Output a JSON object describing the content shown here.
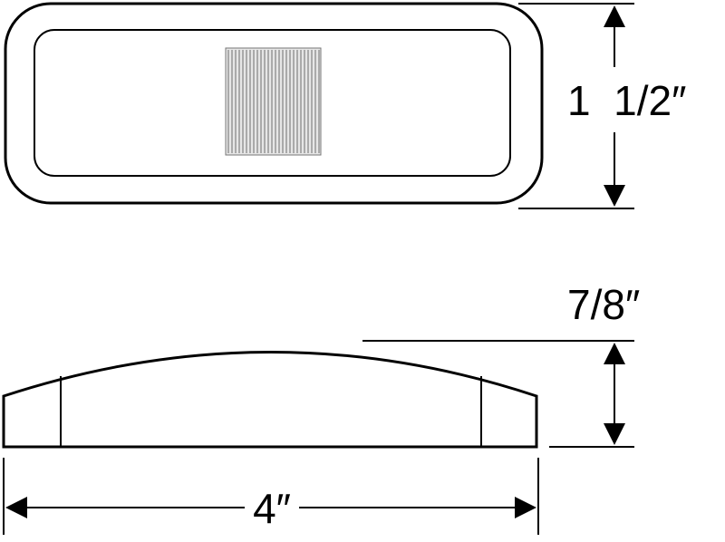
{
  "dimensions": {
    "height": "1  1/2″",
    "depth": "7/8″",
    "width": "4″"
  },
  "colors": {
    "line": "#000000",
    "lens_fill": "#e6e6e6",
    "lens_line": "#6e6e6e",
    "background": "#ffffff"
  }
}
